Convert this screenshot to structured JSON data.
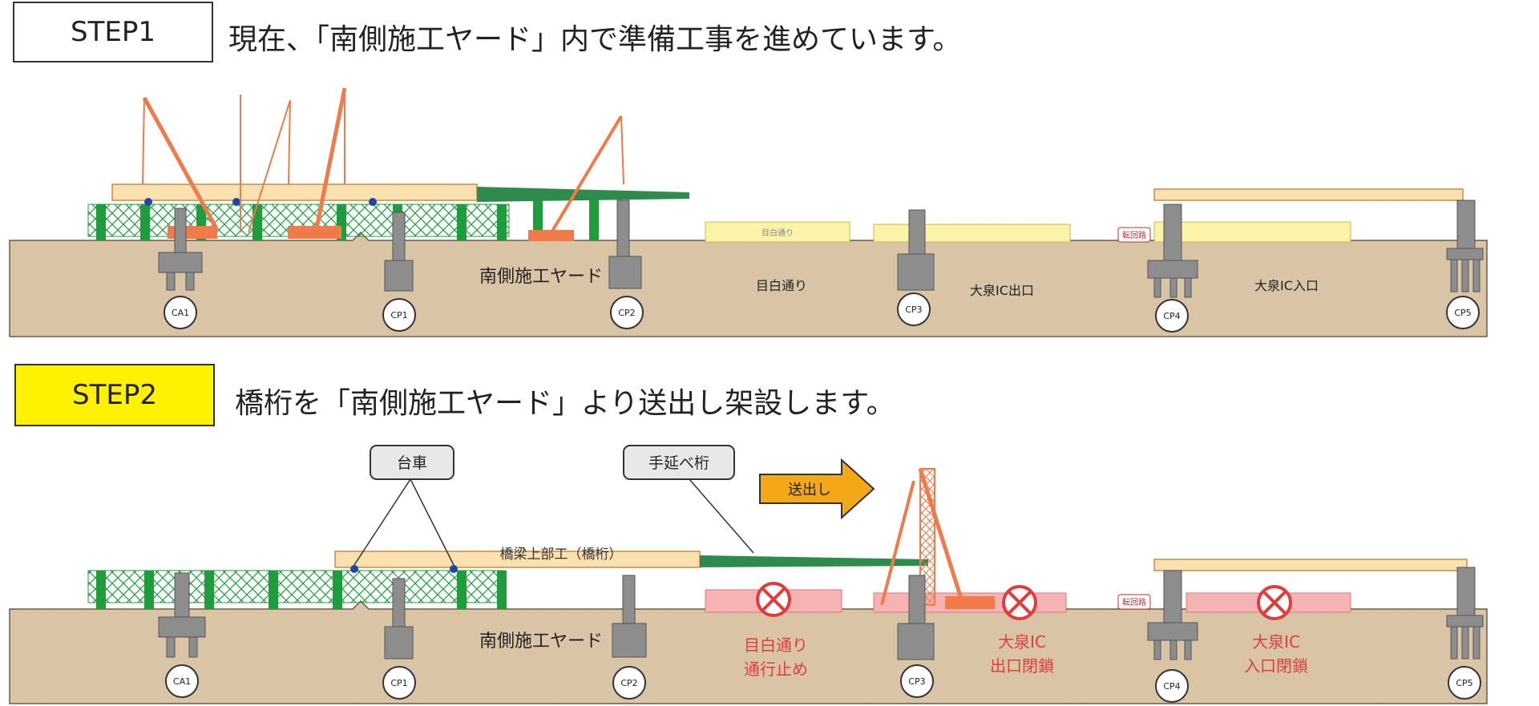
{
  "step1": {
    "label": "STEP1",
    "description": "現在、「南側施工ヤード」内で準備工事を進めています。",
    "yard_label": "南側施工ヤード",
    "road_meijiro": "目白通り",
    "road_meijiro_small": "目白通り",
    "road_oizumi_exit": "大泉IC出口",
    "road_oizumi_entrance": "大泉IC入口",
    "detour": "転回路"
  },
  "step2": {
    "label": "STEP2",
    "description": "橋桁を「南側施工ヤード」より送出し架設します。",
    "yard_label": "南側施工ヤード",
    "callout_dolly": "台車",
    "callout_extension": "手延べ桁",
    "girder_label": "橋梁上部工（橋桁）",
    "push_arrow": "送出し",
    "closure_meijiro": [
      "目白通り",
      "通行止め"
    ],
    "closure_exit": [
      "大泉IC",
      "出口閉鎖"
    ],
    "closure_entrance": [
      "大泉IC",
      "入口閉鎖"
    ],
    "detour": "転回路"
  },
  "piers": [
    "CA1",
    "CP1",
    "CP2",
    "CP3",
    "CP4",
    "CP5"
  ],
  "colors": {
    "ground": "#d9c5a6",
    "girder": "#fbe1b0",
    "launch_nose": "#2f8a4d",
    "scaffold": "#1f9c3c",
    "pier": "#8d8d8d",
    "crane": "#f07a4a",
    "road_fill": "#fbf3a8",
    "closed_fill": "#f6b3b3",
    "closure_text": "#e03c3c",
    "arrow": "#f4a817",
    "step2_highlight": "#fff200"
  },
  "icons": [
    "no-entry-icon",
    "arrow-right-icon"
  ]
}
